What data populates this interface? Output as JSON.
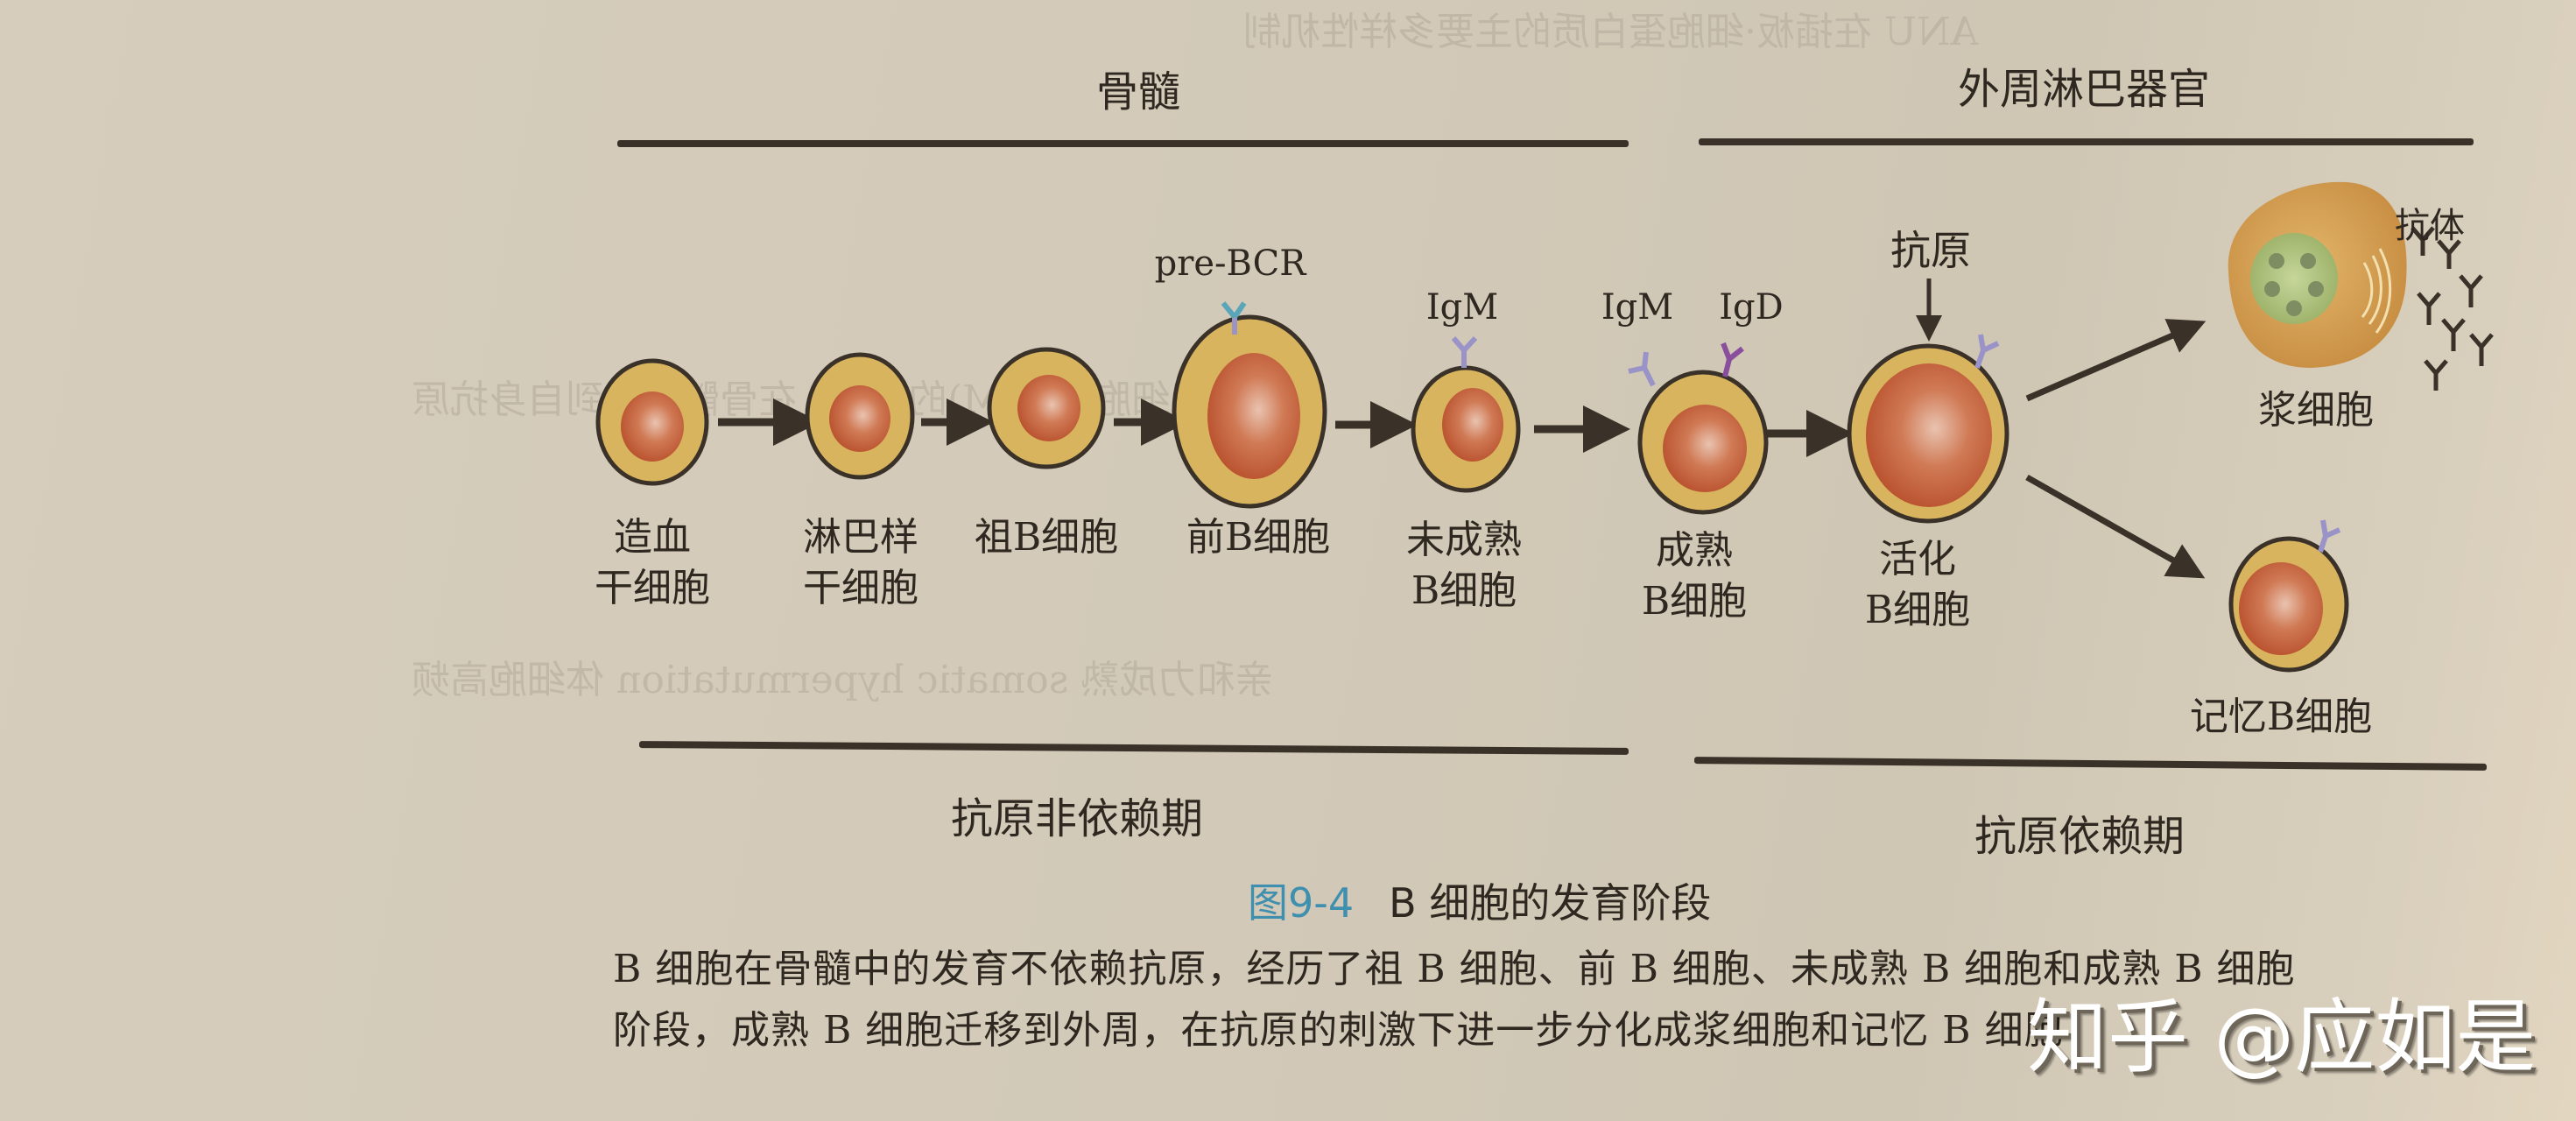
{
  "figure": {
    "number": "图9-4",
    "title": "B 细胞的发育阶段",
    "regions": {
      "bone_marrow": "骨髓",
      "peripheral_lymphoid": "外周淋巴器官"
    },
    "periods": {
      "antigen_independent": "抗原非依赖期",
      "antigen_dependent": "抗原依赖期"
    },
    "markers": {
      "pre_bcr": "pre-BCR",
      "igm_immature": "IgM",
      "igm_mature": "IgM",
      "igd_mature": "IgD",
      "antigen": "抗原",
      "antibody": "抗体"
    },
    "cells": [
      {
        "id": "hsc",
        "line1": "造血",
        "line2": "干细胞"
      },
      {
        "id": "lymphoid_stem",
        "line1": "淋巴样",
        "line2": "干细胞"
      },
      {
        "id": "pro_b",
        "line1": "祖B细胞",
        "line2": ""
      },
      {
        "id": "pre_b",
        "line1": "前B细胞",
        "line2": ""
      },
      {
        "id": "immature_b",
        "line1": "未成熟",
        "line2": "B细胞"
      },
      {
        "id": "mature_b",
        "line1": "成熟",
        "line2": "B细胞"
      },
      {
        "id": "activated_b",
        "line1": "活化",
        "line2": "B细胞"
      },
      {
        "id": "plasma",
        "line1": "浆细胞",
        "line2": ""
      },
      {
        "id": "memory_b",
        "line1": "记忆B细胞",
        "line2": ""
      }
    ],
    "colors": {
      "cytoplasm": "#d9b45e",
      "nucleus": "#c4623a",
      "outline": "#3a3129",
      "receptor_igm": "#9a93c8",
      "receptor_igd": "#8a4f9c",
      "receptor_prebcr": "#5aa5b8",
      "caption_accent": "#3f8fae"
    }
  },
  "paragraph": {
    "line1": "B 细胞在骨髓中的发育不依赖抗原，经历了祖 B 细胞、前 B 细胞、未成熟 B 细胞和成熟 B 细胞",
    "line2": "阶段，成熟 B 细胞迁移到外周，在抗原的刺激下进一步分化成浆细胞和记忆 B 细胞"
  },
  "watermark": "知乎 @应如是"
}
